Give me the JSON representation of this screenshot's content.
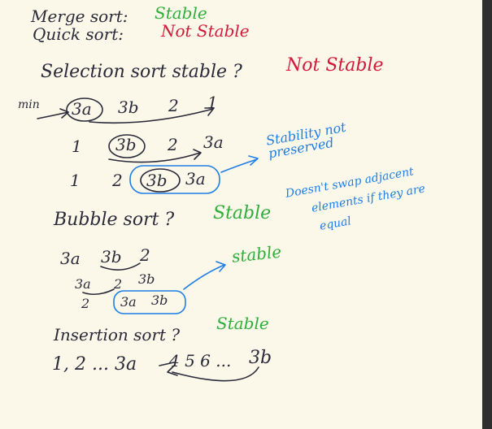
{
  "notes": {
    "merge_sort": {
      "label": "Merge sort:",
      "status": "Stable"
    },
    "quick_sort": {
      "label": "Quick sort:",
      "status": "Not Stable"
    },
    "selection_sort": {
      "question": "Selection sort stable ?",
      "answer": "Not Stable",
      "min_label": "min",
      "row1": [
        "3a",
        "3b",
        "2",
        "1"
      ],
      "row2": [
        "1",
        "3b",
        "2",
        "3a"
      ],
      "row3": [
        "1",
        "2",
        "3b",
        "3a"
      ],
      "annotation": "Stability not preserved"
    },
    "bubble_sort": {
      "question": "Bubble sort ?",
      "answer": "Stable",
      "annotation_line1": "Doesn't swap adjacent",
      "annotation_line2": "elements if they are",
      "annotation_line3": "equal",
      "row1": [
        "3a",
        "3b",
        "2"
      ],
      "row2": [
        "3a",
        "2",
        "3b"
      ],
      "row3": [
        "2",
        "3a",
        "3b"
      ],
      "stable_label": "stable"
    },
    "insertion_sort": {
      "question": "Insertion sort ?",
      "answer": "Stable",
      "sequence_left": "1, 2 ... 3a",
      "sequence_mid": "4 5 6 ...",
      "sequence_right": "3b"
    }
  },
  "colors": {
    "ink": "#2a2a3a",
    "green": "#2fae3b",
    "red": "#d11a3a",
    "blue": "#1e7ee6",
    "paper": "#fbf8e9"
  }
}
